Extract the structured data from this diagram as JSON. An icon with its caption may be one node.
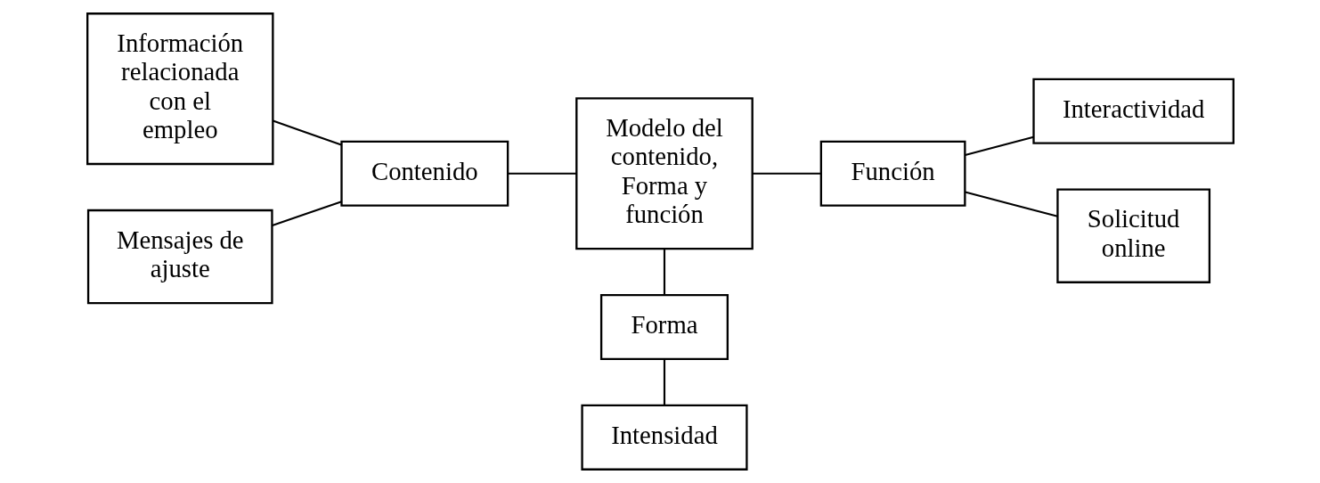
{
  "diagram": {
    "nodes": [
      {
        "text": [
          "Información relacionada con el empleo"
        ]
      },
      {
        "text": [
          "Contenido"
        ]
      },
      {
        "text": [
          "Modelo del contenido, Forma y función"
        ]
      },
      {
        "text": [
          "Interactividad"
        ]
      },
      {
        "text": [
          "Función"
        ]
      },
      {
        "text": [
          "Mensajes de ajuste"
        ]
      },
      {
        "text": [
          "Solicitud online"
        ]
      },
      {
        "text": [
          "Forma"
        ]
      },
      {
        "text": [
          "Intensidad"
        ]
      }
    ],
    "edges": [
      {
        "from": 0,
        "to": 1,
        "arrow": "none"
      },
      {
        "from": 1,
        "to": 2,
        "arrow": "none"
      },
      {
        "from": 5,
        "to": 1,
        "arrow": "none"
      },
      {
        "from": 2,
        "to": 4,
        "arrow": "none"
      },
      {
        "from": 4,
        "to": 3,
        "arrow": "none"
      },
      {
        "from": 4,
        "to": 6,
        "arrow": "none"
      },
      {
        "from": 2,
        "to": 7,
        "arrow": "none"
      },
      {
        "from": 7,
        "to": 8,
        "arrow": "none"
      }
    ]
  }
}
